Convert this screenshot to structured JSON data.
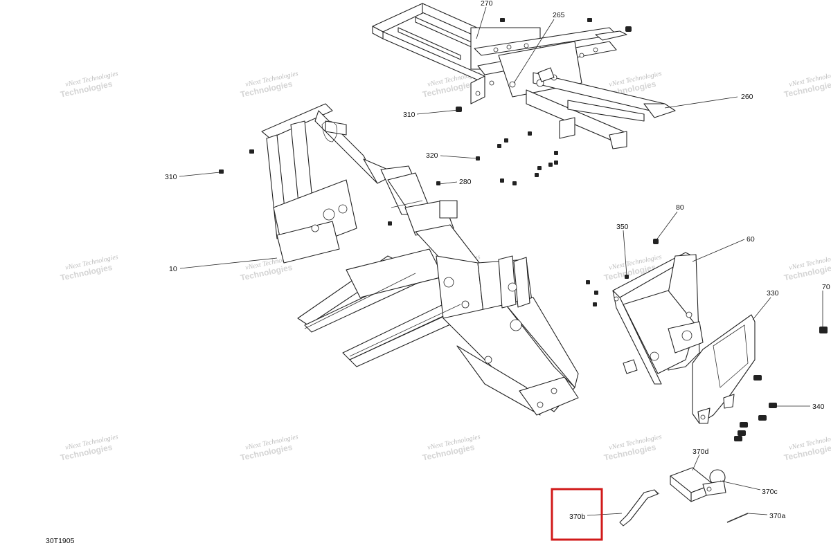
{
  "diagram": {
    "figure_code": "30T1905",
    "watermark": {
      "line1": "vNext Technologies",
      "line2": "Technologies"
    },
    "callouts": {
      "c270": "270",
      "c265": "265",
      "c260": "260",
      "c310a": "310",
      "c310b": "310",
      "c320": "320",
      "c280": "280",
      "c10": "10",
      "c80": "80",
      "c350": "350",
      "c60": "60",
      "c330": "330",
      "c70": "70",
      "c340": "340",
      "c370d": "370d",
      "c370c": "370c",
      "c370b": "370b",
      "c370a": "370a"
    },
    "highlight_color": "#d11a1a"
  }
}
